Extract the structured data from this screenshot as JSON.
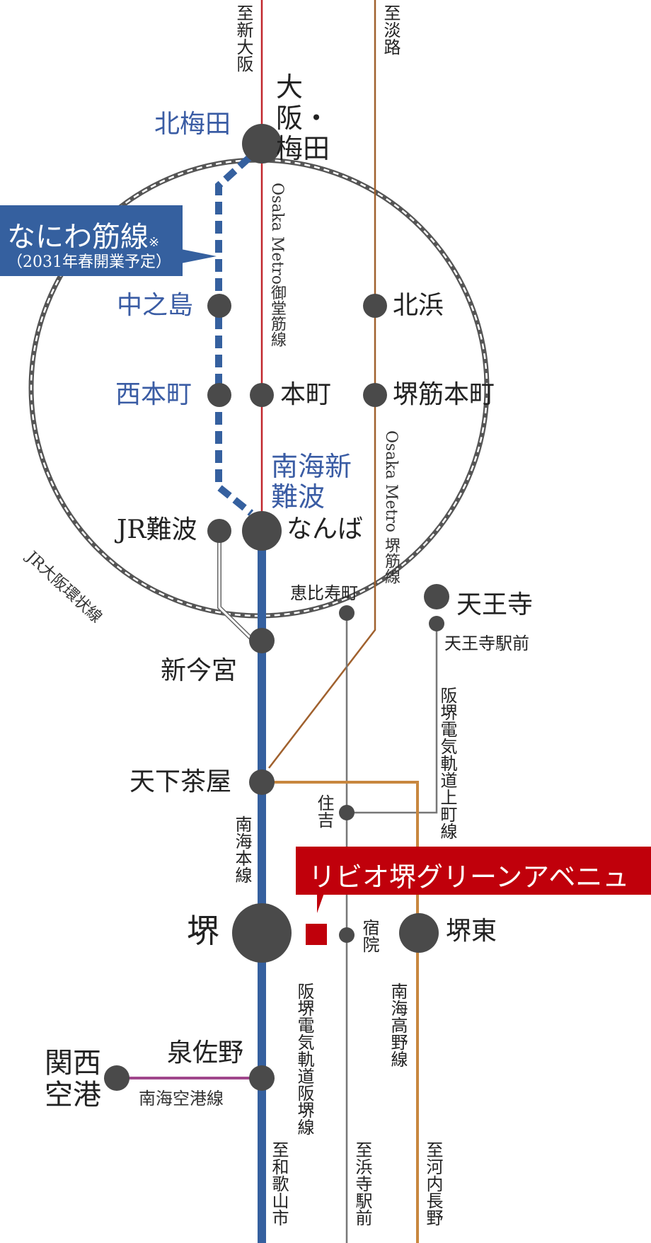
{
  "colors": {
    "nankai_main": "#35609f",
    "midosuji": "#c1272d",
    "sakaisuji": "#a0612e",
    "koya": "#c8873f",
    "hankai": "#777777",
    "airport": "#a0468c",
    "naniwasuji": "#35609f",
    "loop": "#555555",
    "station": "#4a4a4a",
    "property": "#c0000b"
  },
  "directions": {
    "shin_osaka": "至新大阪",
    "awaji": "至淡路",
    "wakayamashi": "至和歌山市",
    "hamaderaekimae": "至浜寺駅前",
    "kawachinagano": "至河内長野"
  },
  "lines": {
    "midosuji": "Osaka Metro御堂筋線",
    "sakaisuji": "Osaka Metro 堺筋線",
    "loop": "JR大阪環状線",
    "uemachi": "阪堺電気軌道上町線",
    "nankai_main": "南海本線",
    "hankai": "阪堺電気軌道阪堺線",
    "koya": "南海高野線",
    "airport": "南海空港線",
    "naniwasuji": {
      "name": "なにわ筋線",
      "mark": "※",
      "note": "（2031年春開業予定）"
    }
  },
  "stations": {
    "osaka_umeda": "大阪・梅田",
    "kita_umeda": "北梅田",
    "nakanoshima": "中之島",
    "kitahama": "北浜",
    "nishihommachi": "西本町",
    "hommachi": "本町",
    "sakaisuji_hommachi": "堺筋本町",
    "nankai_shin_namba": "南海新難波",
    "jr_namba": "JR難波",
    "namba": "なんば",
    "ebisucho": "恵比寿町",
    "tennoji": "天王寺",
    "tennoji_ekimae": "天王寺駅前",
    "shin_imamiya": "新今宮",
    "tengachaya": "天下茶屋",
    "sumiyoshi": "住吉",
    "sakai": "堺",
    "shukuin": "宿院",
    "sakaihigashi": "堺東",
    "kansai_airport": "関西空港",
    "izumisano": "泉佐野"
  },
  "property": {
    "name": "リビオ堺グリーンアベニュー"
  }
}
